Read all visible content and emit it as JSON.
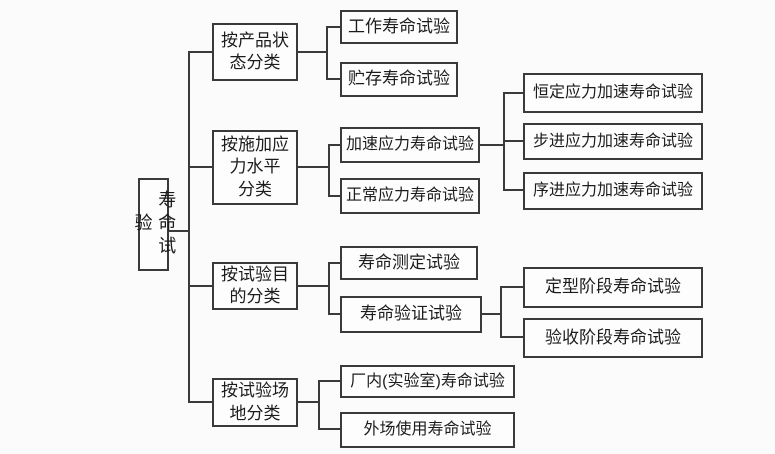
{
  "diagram_type": "tree-flowchart",
  "colors": {
    "background": "#fbfbfb",
    "box_fill": "#fdfdfd",
    "box_border": "#3a3a3a",
    "line": "#3a3a3a",
    "text": "#1c1c1c"
  },
  "tree": {
    "root": "寿命试验",
    "branches": [
      {
        "label": "按产品状\n态分类",
        "children": [
          {
            "label": "工作寿命试验"
          },
          {
            "label": "贮存寿命试验"
          }
        ]
      },
      {
        "label": "按施加应\n力水平\n分类",
        "children": [
          {
            "label": "加速应力寿命试验",
            "children": [
              {
                "label": "恒定应力加速寿命试验"
              },
              {
                "label": "步进应力加速寿命试验"
              },
              {
                "label": "序进应力加速寿命试验"
              }
            ]
          },
          {
            "label": "正常应力寿命试验"
          }
        ]
      },
      {
        "label": "按试验目\n的分类",
        "children": [
          {
            "label": "寿命测定试验"
          },
          {
            "label": "寿命验证试验",
            "children": [
              {
                "label": "定型阶段寿命试验"
              },
              {
                "label": "验收阶段寿命试验"
              }
            ]
          }
        ]
      },
      {
        "label": "按试验场\n地分类",
        "children": [
          {
            "label": "厂内(实验室)寿命试验"
          },
          {
            "label": "外场使用寿命试验"
          }
        ]
      }
    ]
  }
}
